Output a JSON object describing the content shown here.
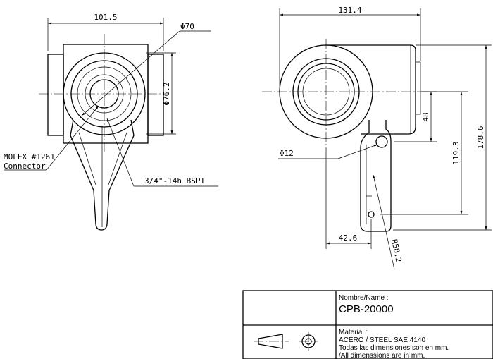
{
  "drawing": {
    "front_view": {
      "width_dim": "101.5",
      "bore_dim": "Φ70",
      "body_dim": "Φ76.2",
      "connector_label_1": "MOLEX #1261",
      "connector_label_2": "Connector",
      "thread_label": "3/4\"-14h BSPT"
    },
    "side_view": {
      "width_dim": "131.4",
      "height_dim": "178.6",
      "offset_dim": "48",
      "arm_length_dim": "119.3",
      "hole_dim": "Φ12",
      "arm_offset_dim": "42.6",
      "radius_dim": "R58.2"
    }
  },
  "title_block": {
    "name_label": "Nombre/Name :",
    "part_number": "CPB-20000",
    "material_label": "Material :",
    "material_value": "ACERO / STEEL SAE 4140",
    "note_es": "Todas las dimensiones son en mm.",
    "note_en": "/All dimenssions are in mm.",
    "projection_symbol": "third-angle-projection-icon"
  }
}
